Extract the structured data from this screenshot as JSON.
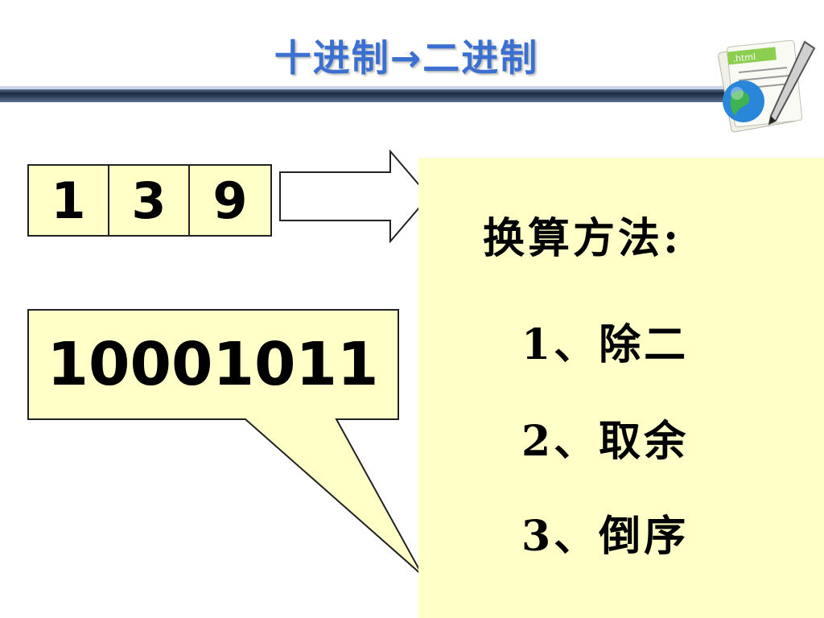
{
  "slide": {
    "title": "十进制→二进制",
    "digits": [
      "1",
      "3",
      "9"
    ],
    "binary_result": "10001011",
    "method_heading": "换算方法:",
    "steps": [
      "1、除二",
      "2、取余",
      "3、倒序"
    ],
    "logo_icon_text": ".html",
    "colors": {
      "title": "#3b6fd0",
      "box_fill": "#ffffc8",
      "rule_dark": "#1a2a40",
      "rule_light": "#8fa8c8"
    }
  }
}
